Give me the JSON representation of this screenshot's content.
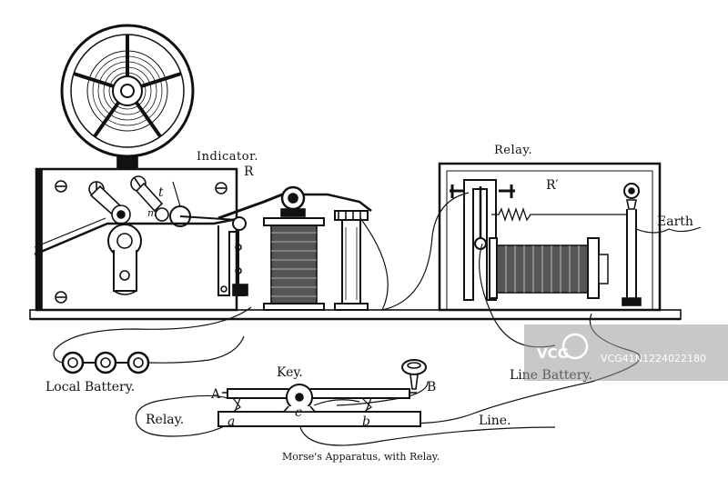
{
  "labels": {
    "indicator": "Indicator.",
    "r": "R",
    "relay_top": "Relay.",
    "r_prime": "R′",
    "earth": "Earth",
    "local_battery": "Local Battery.",
    "line_battery": "Line Battery.",
    "key": "Key.",
    "a_upper": "A",
    "b_upper": "B",
    "relay_bottom": "Relay.",
    "line": "Line.",
    "t": "t",
    "m": "m",
    "a_lower": "a",
    "c_lower": "c",
    "b_lower": "b",
    "caption": "Morse's Apparatus, with Relay."
  },
  "watermark": {
    "logo": "VCG",
    "id_text": "VCG41N1224022180"
  },
  "colors": {
    "ink": "#111111",
    "paper": "#ffffff",
    "watermark_band": "#9a9a9a"
  }
}
